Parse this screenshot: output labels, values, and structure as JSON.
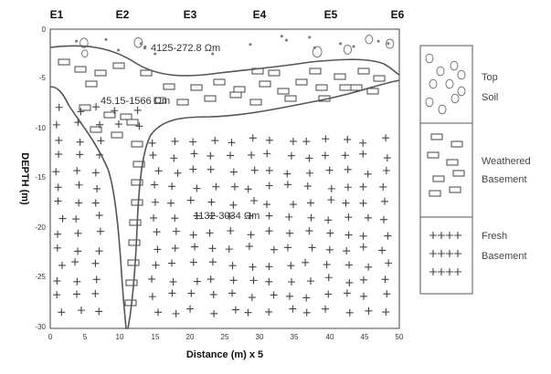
{
  "electrodes": [
    "E1",
    "E2",
    "E3",
    "E4",
    "E5",
    "E6"
  ],
  "x_axis": {
    "label": "Distance (m) x 5",
    "ticks": [
      "0",
      "5",
      "10",
      "15",
      "20",
      "25",
      "30",
      "35",
      "40",
      "45",
      "50"
    ]
  },
  "y_axis": {
    "label": "DEPTH (m)",
    "ticks": [
      "0",
      "-5",
      "-10",
      "-15",
      "-20",
      "-25",
      "-30"
    ]
  },
  "zones": {
    "top_soil": "4125-272.8 Ωm",
    "weathered": "45.15-1566 Ωm",
    "fresh": "1132-3034 Ωm"
  },
  "legend": {
    "top_soil": [
      "Top",
      "Soil"
    ],
    "weathered": [
      "Weathered",
      "Basement"
    ],
    "fresh": [
      "Fresh",
      "Basement"
    ]
  }
}
